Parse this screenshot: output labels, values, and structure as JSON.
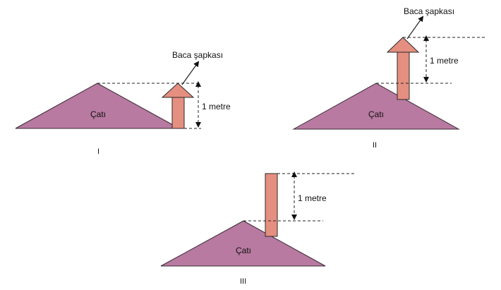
{
  "labels": {
    "roof": "Çatı",
    "cap": "Baca şapkası",
    "height": "1 metre"
  },
  "panels": {
    "one": "I",
    "two": "II",
    "three": "III"
  }
}
